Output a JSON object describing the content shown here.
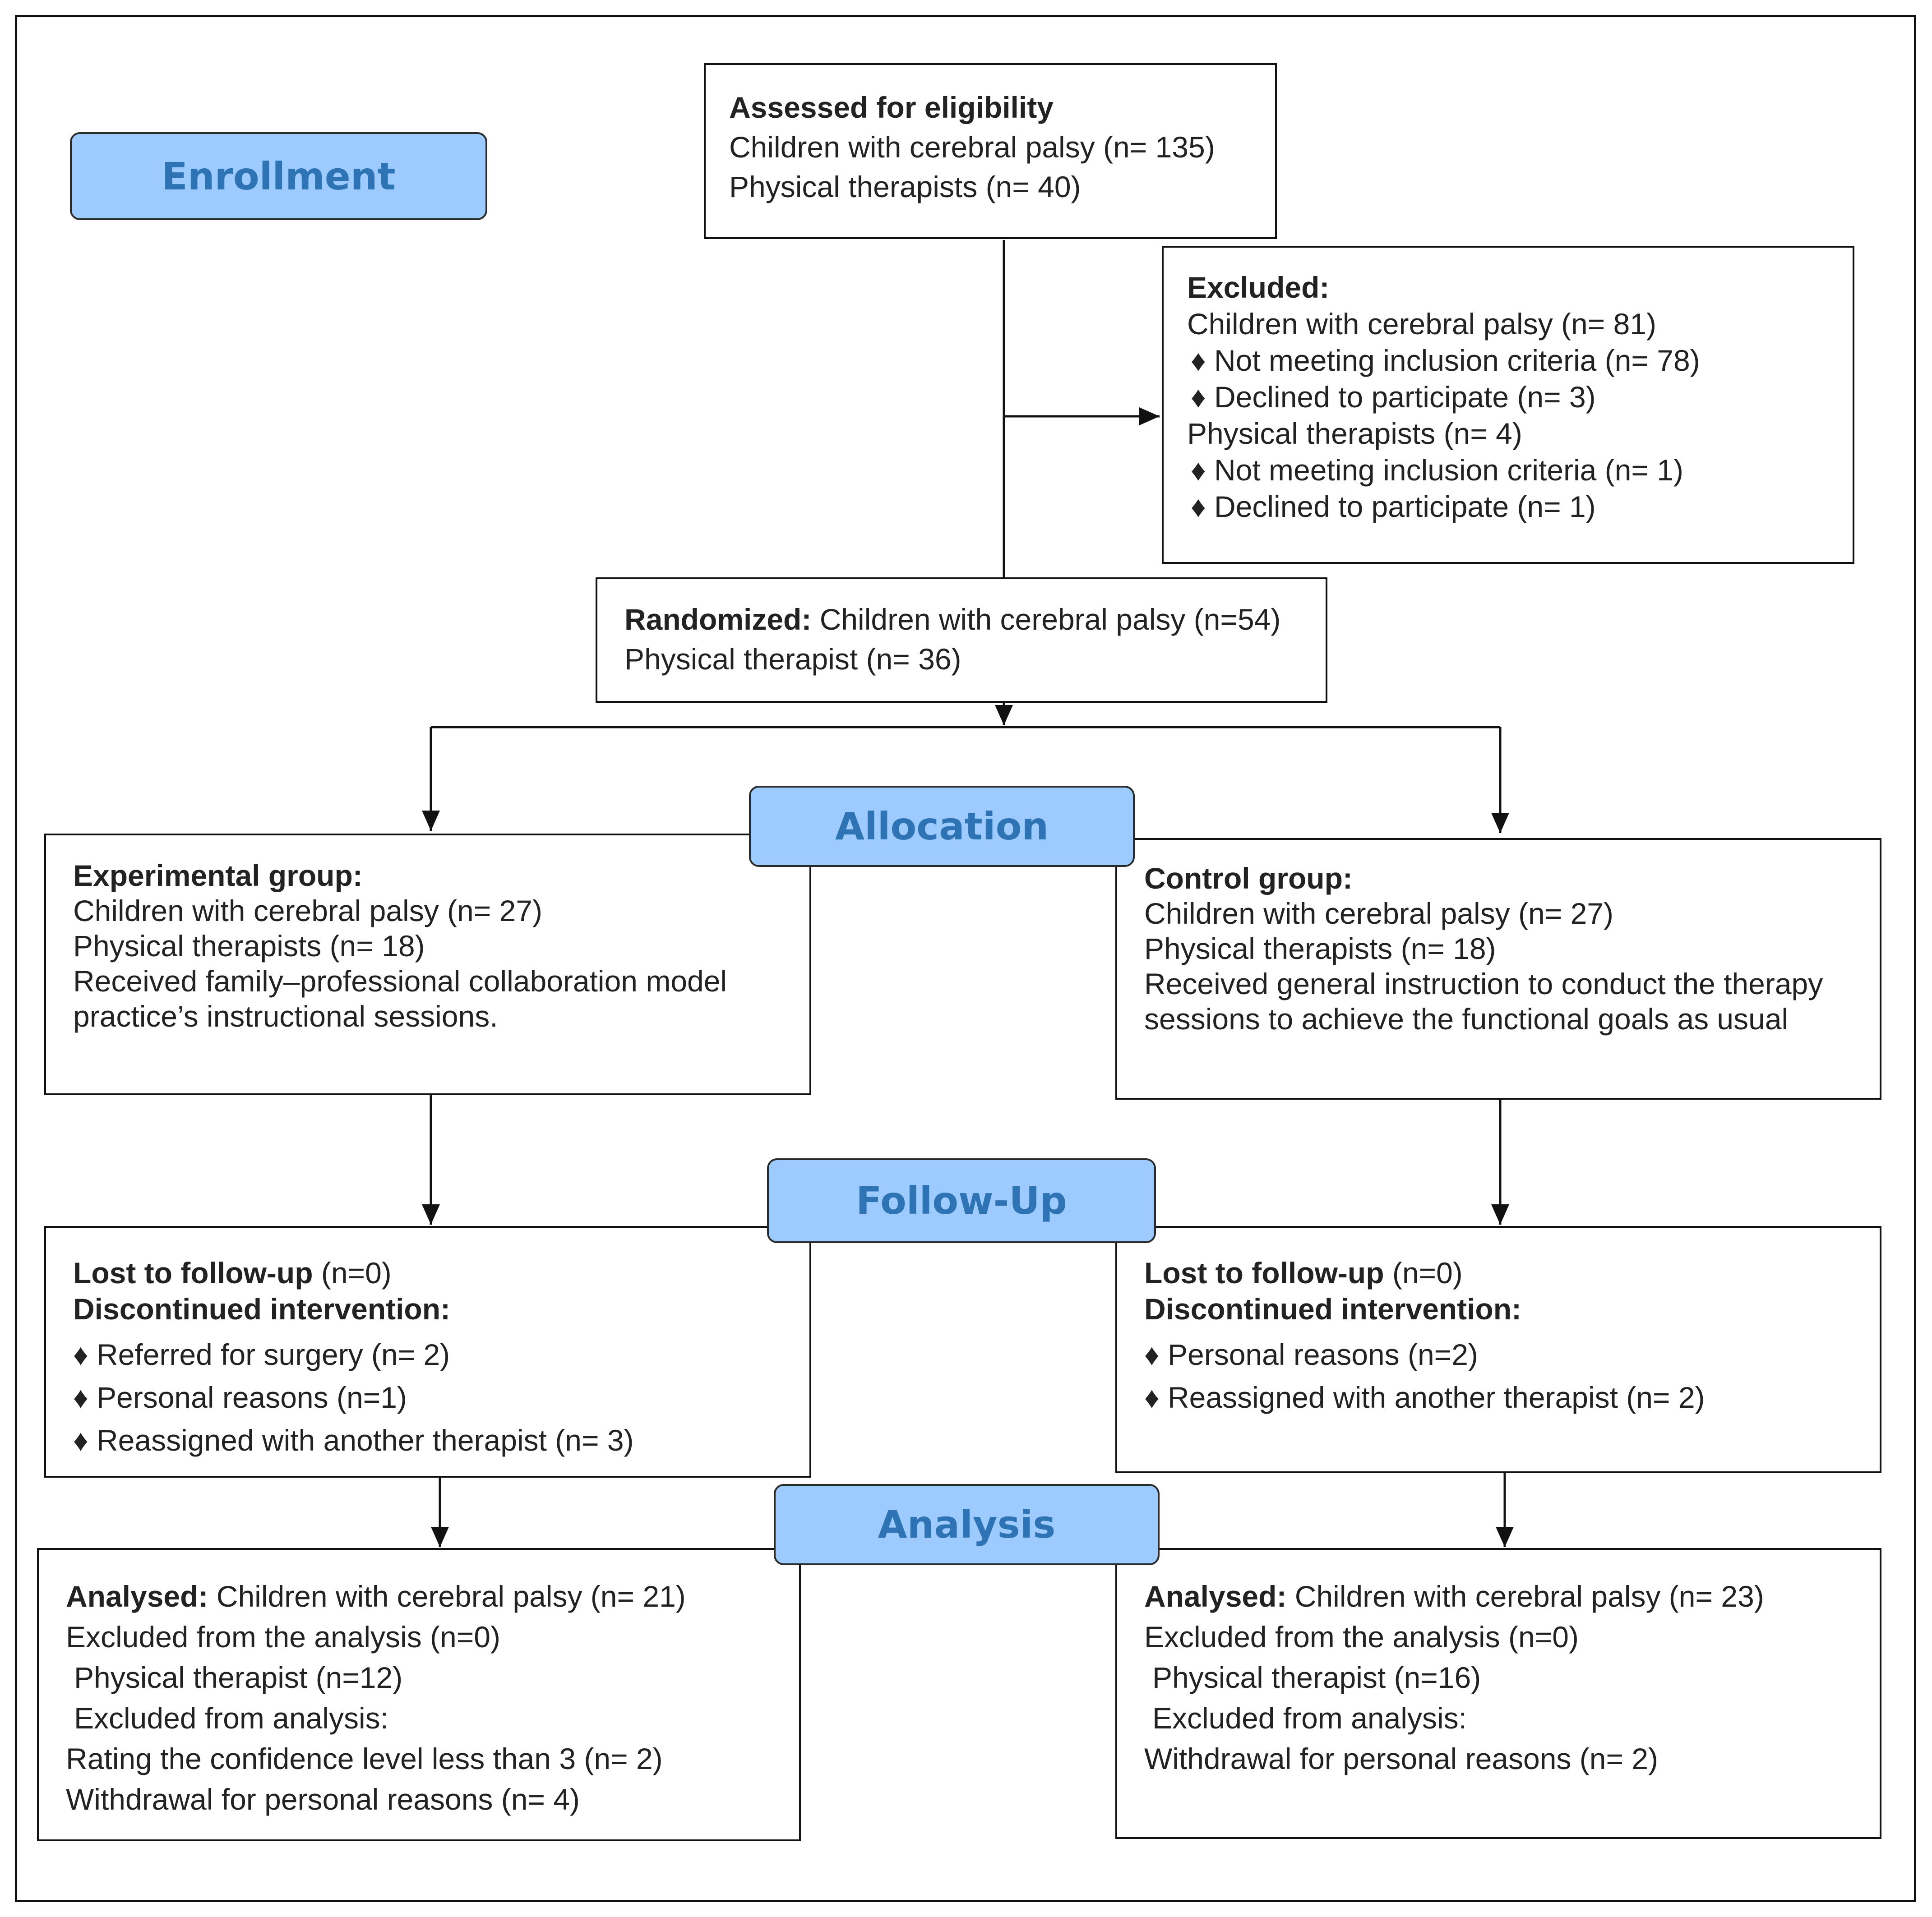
{
  "stages": {
    "enrollment": "Enrollment",
    "allocation": "Allocation",
    "follow_up": "Follow-Up",
    "analysis": "Analysis"
  },
  "assessed": {
    "title": "Assessed for eligibility",
    "children": "Children with cerebral palsy (n= 135)",
    "therapists": "Physical therapists (n= 40)"
  },
  "excluded": {
    "title": "Excluded:",
    "children": "Children with cerebral palsy (n= 81)",
    "children_items": [
      "♦ Not meeting inclusion criteria (n= 78)",
      "♦ Declined to participate (n= 3)"
    ],
    "therapists": "Physical therapists (n= 4)",
    "therapist_items": [
      "♦ Not meeting inclusion criteria (n= 1)",
      "♦ Declined to participate (n= 1)"
    ]
  },
  "randomized": {
    "label": "Randomized:",
    "children": "Children with cerebral palsy (n=54)",
    "therapists": "Physical therapist (n= 36)"
  },
  "experimental": {
    "title": "Experimental group:",
    "children": "Children with cerebral palsy (n= 27)",
    "therapists": "Physical therapists (n= 18)",
    "received_1": "Received family–professional collaboration model",
    "received_2": "practice’s instructional sessions."
  },
  "control": {
    "title": "Control group:",
    "children": "Children with cerebral palsy (n= 27)",
    "therapists": "Physical therapists (n= 18)",
    "received_1": "Received general instruction to conduct the therapy",
    "received_2": "sessions to achieve the functional goals as usual"
  },
  "followup_experimental": {
    "lost_label": "Lost to follow-up",
    "lost_value": "(n=0)",
    "discontinued": "Discontinued intervention:",
    "items": [
      "♦ Referred for surgery (n= 2)",
      "♦ Personal reasons (n=1)",
      "♦ Reassigned with another therapist (n= 3)"
    ]
  },
  "followup_control": {
    "lost_label": "Lost to follow-up",
    "lost_value": "(n=0)",
    "discontinued": "Discontinued intervention:",
    "items": [
      "♦ Personal reasons (n=2)",
      "♦ Reassigned with another therapist (n= 2)"
    ]
  },
  "analysis_experimental": {
    "label": "Analysed:",
    "children": "Children with cerebral palsy (n= 21)",
    "excluded_children": "Excluded from the analysis (n=0)",
    "therapists": " Physical therapist (n=12)",
    "excluded_therapists": " Excluded from analysis:",
    "reason_1": "Rating the confidence level less than 3 (n= 2)",
    "reason_2": "Withdrawal for personal reasons (n= 4)"
  },
  "analysis_control": {
    "label": "Analysed:",
    "children": "Children with cerebral palsy (n= 23)",
    "excluded_children": "Excluded from the analysis (n=0)",
    "therapists": " Physical therapist (n=16)",
    "excluded_therapists": " Excluded from analysis:",
    "reason_1": "Withdrawal for personal reasons (n= 2)"
  }
}
